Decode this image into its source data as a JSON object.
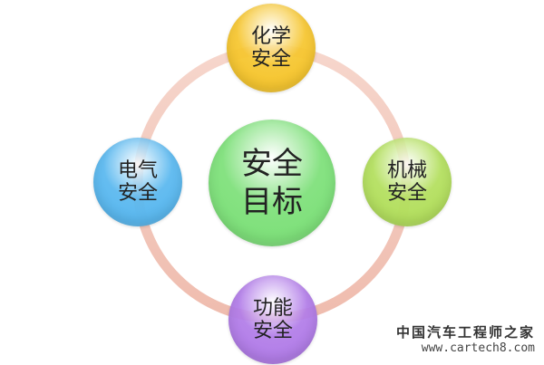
{
  "center": {
    "line1": "安全",
    "line2": "目标",
    "color": "#7ee07a"
  },
  "nodes": {
    "top": {
      "line1": "化学",
      "line2": "安全",
      "color": "#f6c630"
    },
    "right": {
      "line1": "机械",
      "line2": "安全",
      "color": "#b3df5e"
    },
    "bottom": {
      "line1": "功能",
      "line2": "安全",
      "color": "#b27de8"
    },
    "left": {
      "line1": "电气",
      "line2": "安全",
      "color": "#5ab8ef"
    }
  },
  "ring_color": "#f3c9bd",
  "watermark": {
    "line1": "中国汽车工程师之家",
    "line2": "www.cartech8.com"
  }
}
